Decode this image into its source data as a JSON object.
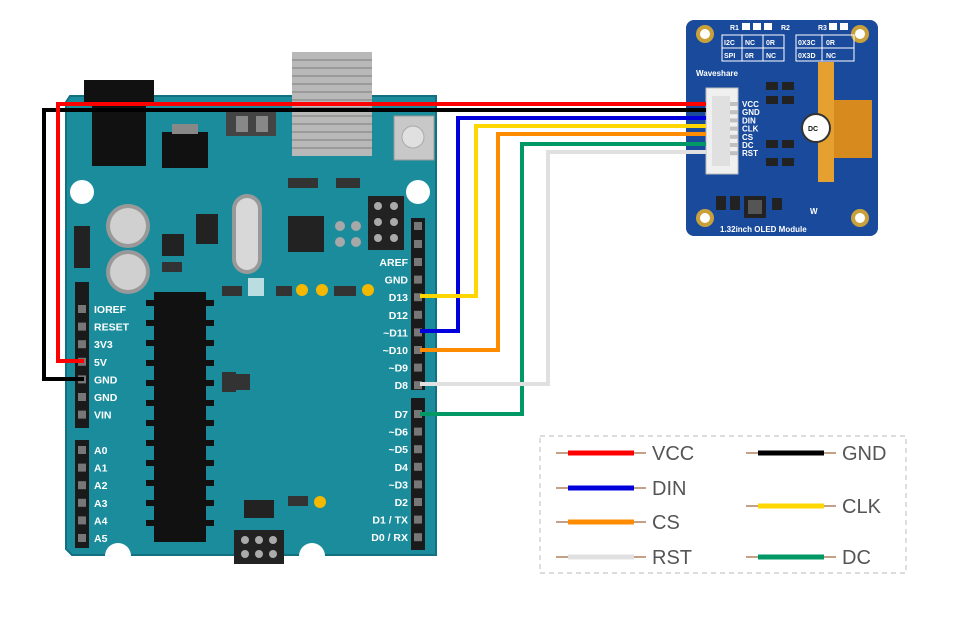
{
  "arduino": {
    "left_pins": [
      "IOREF",
      "RESET",
      "3V3",
      "5V",
      "GND",
      "GND",
      "VIN"
    ],
    "analog_pins": [
      "A0",
      "A1",
      "A2",
      "A3",
      "A4",
      "A5"
    ],
    "right_pins": [
      "AREF",
      "GND",
      "D13",
      "D12",
      "~D11",
      "~D10",
      "~D9",
      "D8",
      "D7",
      "~D6",
      "~D5",
      "D4",
      "~D3",
      "D2",
      "D1 / TX",
      "D0 / RX"
    ]
  },
  "oled": {
    "brand": "Waveshare",
    "title": "1.32inch OLED Module",
    "pins": [
      "VCC",
      "GND",
      "DIN",
      "CLK",
      "CS",
      "DC",
      "RST"
    ],
    "resistor_labels": [
      "R1",
      "R2",
      "R3"
    ],
    "config_left": [
      [
        "I2C",
        "NC",
        "0R"
      ],
      [
        "SPI",
        "0R",
        "NC"
      ]
    ],
    "config_right": [
      [
        "0X3C",
        "0R"
      ],
      [
        "0X3D",
        "NC"
      ]
    ],
    "connector_text": "DC"
  },
  "wires": [
    {
      "name": "VCC",
      "color": "#ff0000"
    },
    {
      "name": "GND",
      "color": "#000000"
    },
    {
      "name": "DIN",
      "color": "#0000dd"
    },
    {
      "name": "CLK",
      "color": "#ffd700"
    },
    {
      "name": "CS",
      "color": "#ff8c00"
    },
    {
      "name": "DC",
      "color": "#009966"
    },
    {
      "name": "RST",
      "color": "#e0e0e0"
    }
  ],
  "legend": {
    "left": [
      {
        "label": "VCC",
        "color": "#ff0000"
      },
      {
        "label": "DIN",
        "color": "#0000dd"
      },
      {
        "label": "CS",
        "color": "#ff8c00"
      },
      {
        "label": "RST",
        "color": "#e0e0e0"
      }
    ],
    "right": [
      {
        "label": "GND",
        "color": "#000000"
      },
      {
        "label": "CLK",
        "color": "#ffd700"
      },
      {
        "label": "DC",
        "color": "#009966"
      }
    ]
  },
  "colors": {
    "board": "#1a8c9c",
    "board_edge": "#127080",
    "oled_board": "#1a4a9c",
    "header": "#1a1a1a"
  }
}
